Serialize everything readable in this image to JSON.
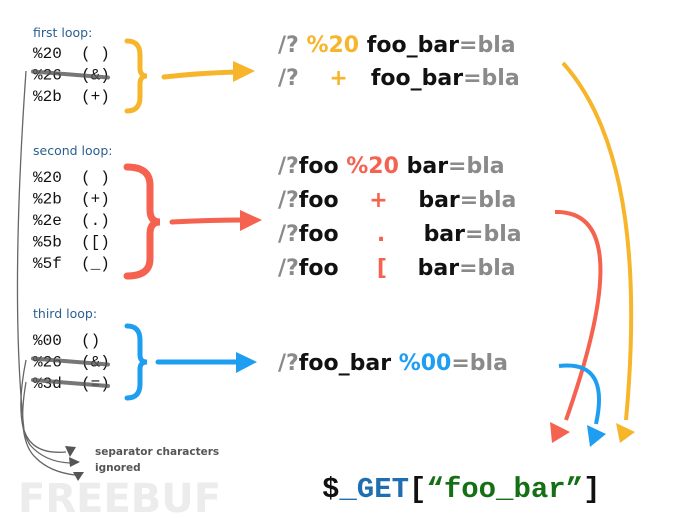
{
  "colors": {
    "first": "#f6b52a",
    "second": "#f5624f",
    "third": "#1e9ef0",
    "gray": "#8a8a8a",
    "black": "#111111",
    "get_blue": "#1f6fb0",
    "get_green": "#157015"
  },
  "loops": [
    {
      "label": "first loop:",
      "items": [
        {
          "text": "%20 ( )",
          "ignored": false
        },
        {
          "text": "%26 (&)",
          "ignored": true
        },
        {
          "text": "%2b (+)",
          "ignored": false
        }
      ]
    },
    {
      "label": "second loop:",
      "items": [
        {
          "text": "%20 ( )",
          "ignored": false
        },
        {
          "text": "%2b (+)",
          "ignored": false
        },
        {
          "text": "%2e (.)",
          "ignored": false
        },
        {
          "text": "%5b ([)",
          "ignored": false
        },
        {
          "text": "%5f (_)",
          "ignored": false
        }
      ]
    },
    {
      "label": "third loop:",
      "items": [
        {
          "text": "%00 ()",
          "ignored": false
        },
        {
          "text": "%26 (&)",
          "ignored": true
        },
        {
          "text": "%3d (=)",
          "ignored": true
        }
      ]
    }
  ],
  "results": [
    [
      [
        {
          "t": "/?",
          "c": "gray"
        },
        {
          "t": " %20 ",
          "c": "first"
        },
        {
          "t": "foo_bar",
          "c": "black"
        },
        {
          "t": "=bla",
          "c": "gray"
        }
      ],
      [
        {
          "t": "/?",
          "c": "gray"
        },
        {
          "t": "    +   ",
          "c": "first"
        },
        {
          "t": "foo_bar",
          "c": "black"
        },
        {
          "t": "=bla",
          "c": "gray"
        }
      ]
    ],
    [
      [
        {
          "t": "/?",
          "c": "gray"
        },
        {
          "t": "foo",
          "c": "black"
        },
        {
          "t": " %20 ",
          "c": "second"
        },
        {
          "t": "bar",
          "c": "black"
        },
        {
          "t": "=bla",
          "c": "gray"
        }
      ],
      [
        {
          "t": "/?",
          "c": "gray"
        },
        {
          "t": "foo",
          "c": "black"
        },
        {
          "t": "    +    ",
          "c": "second"
        },
        {
          "t": "bar",
          "c": "black"
        },
        {
          "t": "=bla",
          "c": "gray"
        }
      ],
      [
        {
          "t": "/?",
          "c": "gray"
        },
        {
          "t": "foo",
          "c": "black"
        },
        {
          "t": "     .     ",
          "c": "second"
        },
        {
          "t": "bar",
          "c": "black"
        },
        {
          "t": "=bla",
          "c": "gray"
        }
      ],
      [
        {
          "t": "/?",
          "c": "gray"
        },
        {
          "t": "foo",
          "c": "black"
        },
        {
          "t": "     [    ",
          "c": "second"
        },
        {
          "t": "bar",
          "c": "black"
        },
        {
          "t": "=bla",
          "c": "gray"
        }
      ]
    ],
    [
      [
        {
          "t": "/?",
          "c": "gray"
        },
        {
          "t": "foo_bar",
          "c": "black"
        },
        {
          "t": " %00",
          "c": "third"
        },
        {
          "t": "=bla",
          "c": "gray"
        }
      ]
    ]
  ],
  "note": {
    "line1": "separator characters",
    "line2": "ignored"
  },
  "get_expr": {
    "dollar": "$",
    "get": "_GET",
    "open": "[",
    "key": "“foo_bar”",
    "close": "]"
  },
  "watermark": "FREEBUF"
}
